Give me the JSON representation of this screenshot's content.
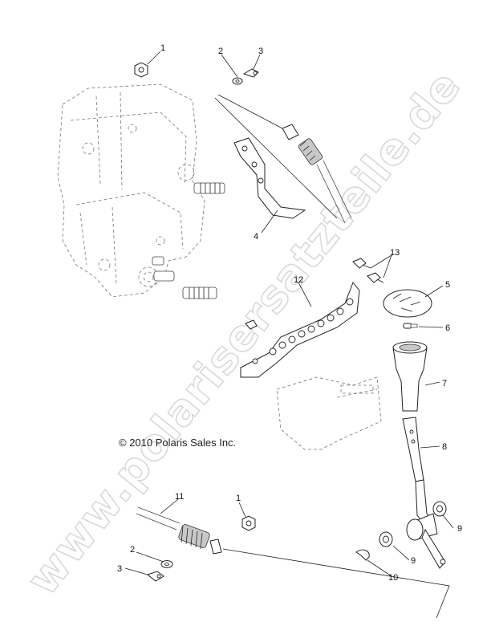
{
  "copyright": "© 2010 Polaris Sales Inc.",
  "watermark": "www.polarisersatzteile.de",
  "callouts": [
    {
      "label": "1"
    },
    {
      "label": "2"
    },
    {
      "label": "3"
    },
    {
      "label": "4"
    },
    {
      "label": "13"
    },
    {
      "label": "12"
    },
    {
      "label": "5"
    },
    {
      "label": "6"
    },
    {
      "label": "7"
    },
    {
      "label": "8"
    },
    {
      "label": "11"
    },
    {
      "label": "1"
    },
    {
      "label": "9"
    },
    {
      "label": "2"
    },
    {
      "label": "9"
    },
    {
      "label": "3"
    },
    {
      "label": "10"
    }
  ]
}
